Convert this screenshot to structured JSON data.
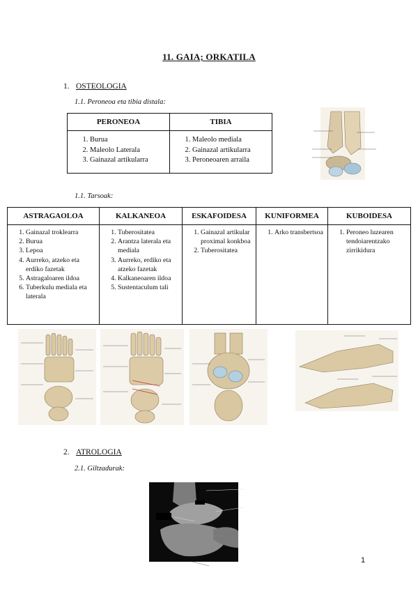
{
  "title": "11. GAIA; ORKATILA",
  "section1": {
    "num": "1.",
    "label": "OSTEOLOGIA"
  },
  "sub1": "1.1. Peroneoa eta tibia distala:",
  "table1": {
    "headers": [
      "PERONEOA",
      "TIBIA"
    ],
    "peroneoa": [
      "Burua",
      "Maleolo Laterala",
      "Gainazal artikularra"
    ],
    "tibia": [
      "Maleolo mediala",
      "Gainazal artikularra",
      "Peroneoaren arraila"
    ]
  },
  "sub2": "1.1. Tarsoak:",
  "table2": {
    "headers": [
      "ASTRAGAOLOA",
      "KALKANEOA",
      "ESKAFOIDESA",
      "KUNIFORMEA",
      "KUBOIDESA"
    ],
    "astragaloa": [
      "Gainazal troklearra",
      "Burua",
      "Lepoa",
      "Aurreko, atzeko eta erdiko fazetak",
      "Astragaloaren ildoa",
      "Tuberkulu mediala eta laterala"
    ],
    "kalkaneoa": [
      "Tuberositatea",
      "Arantza laterala eta mediala",
      "Aurreko, erdiko eta atzeko fazetak",
      "Kalkaneoaren ildoa",
      "Sustentaculum tali"
    ],
    "eskafoidesa": [
      "Gainazal artikular proximal konkboa",
      "Tuberositatea"
    ],
    "kuniformea": [
      "Arko transbertsoa"
    ],
    "kuboidesa": [
      "Peroneo luzearen tendoiarentzako zirrikidura"
    ]
  },
  "section2": {
    "num": "2.",
    "label": "ATROLOGIA"
  },
  "sub3": "2.1. Giltzadurak:",
  "page_number": "1"
}
